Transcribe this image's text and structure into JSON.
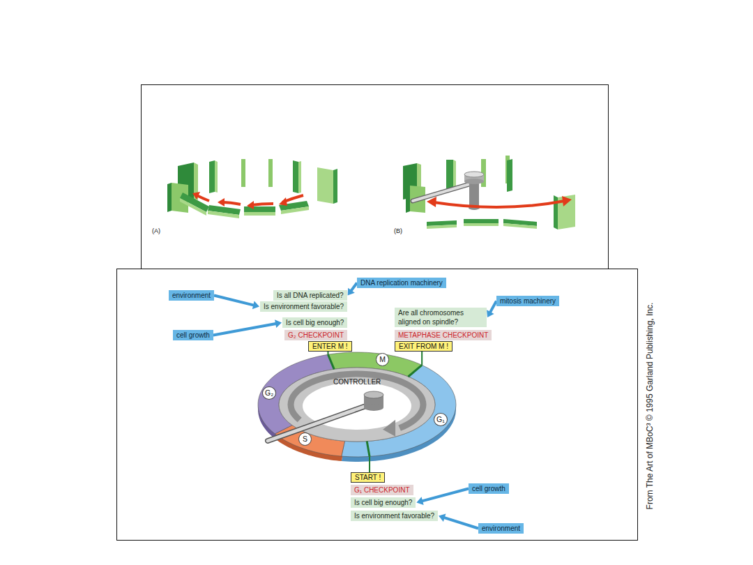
{
  "diagram": {
    "nodes": [
      {
        "text": [
          "DNA replication machinery"
        ]
      },
      {
        "text": [
          "environment"
        ]
      },
      {
        "text": [
          "Is all DNA replicated?"
        ]
      },
      {
        "text": [
          "Is environment favorable?"
        ]
      },
      {
        "text": [
          "mitosis machinery"
        ]
      },
      {
        "text": [
          "Are all chromosomes aligned on spindle?"
        ]
      },
      {
        "text": [
          "cell growth"
        ]
      },
      {
        "text": [
          "Is cell big enough?"
        ]
      },
      {
        "text": [
          "G₂ CHECKPOINT"
        ]
      },
      {
        "text": [
          "METAPHASE CHECKPOINT"
        ]
      },
      {
        "text": [
          "ENTER M !"
        ]
      },
      {
        "text": [
          "EXIT FROM M !"
        ]
      },
      {
        "text": [
          "M"
        ]
      },
      {
        "text": [
          "G₂"
        ]
      },
      {
        "text": [
          "S"
        ]
      },
      {
        "text": [
          "G₁"
        ]
      },
      {
        "text": [
          "START !"
        ]
      },
      {
        "text": [
          "G₁ CHECKPOINT"
        ]
      },
      {
        "text": [
          "cell growth"
        ]
      },
      {
        "text": [
          "Is cell big enough?"
        ]
      },
      {
        "text": [
          "Is environment favorable?"
        ]
      },
      {
        "text": [
          "environment"
        ]
      }
    ],
    "edges": [
      {
        "from": 0,
        "to": 2,
        "arrow": "to"
      },
      {
        "from": 1,
        "to": 3,
        "arrow": "to"
      },
      {
        "from": 4,
        "to": 5,
        "arrow": "to"
      },
      {
        "from": 6,
        "to": 7,
        "arrow": "to"
      },
      {
        "from": 18,
        "to": 19,
        "arrow": "to"
      },
      {
        "from": 21,
        "to": 20,
        "arrow": "to"
      }
    ],
    "labels": [
      "(A)",
      "(B)",
      "CONTROLLER",
      "From The Art of MBoC³ © 1995 Garland Publishing, Inc."
    ]
  }
}
